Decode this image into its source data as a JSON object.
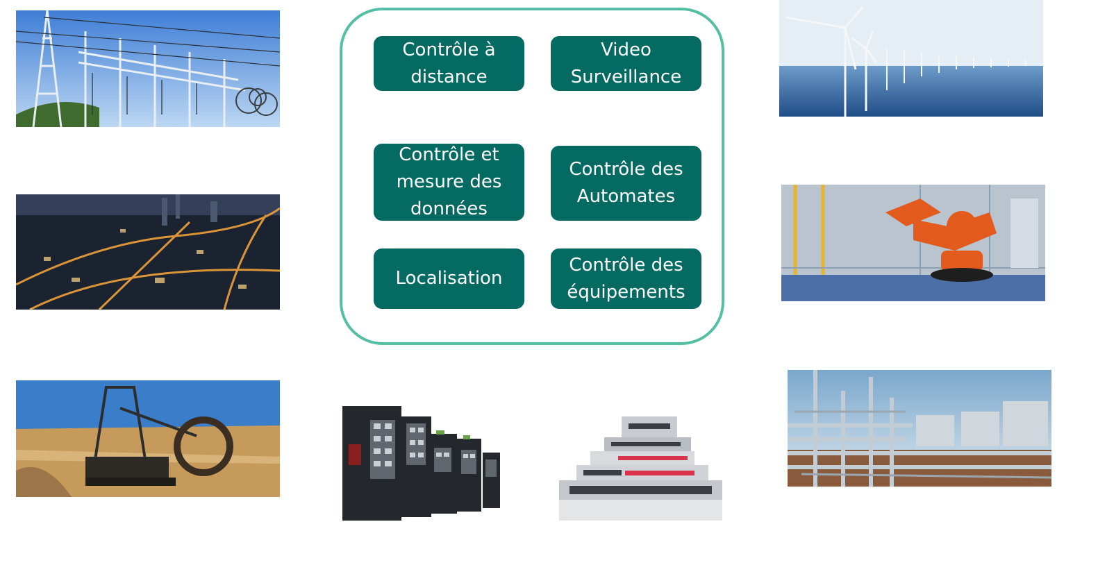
{
  "frame": {
    "accent": "#55bfa6",
    "tile_color": "#056a62"
  },
  "tiles": [
    {
      "lines": [
        "Contrôle à",
        "distance"
      ]
    },
    {
      "lines": [
        "Video",
        "Surveillance"
      ]
    },
    {
      "lines": [
        "Contrôle et",
        "mesure des",
        "données"
      ]
    },
    {
      "lines": [
        "Contrôle des",
        "Automates"
      ]
    },
    {
      "lines": [
        "Localisation"
      ]
    },
    {
      "lines": [
        "Contrôle des",
        "équipements"
      ]
    }
  ],
  "photos": [
    {
      "name": "power-substation-photo"
    },
    {
      "name": "city-night-aerial-photo"
    },
    {
      "name": "mining-excavator-photo"
    },
    {
      "name": "offshore-wind-farm-photo"
    },
    {
      "name": "industrial-robot-arm-photo"
    },
    {
      "name": "oil-refinery-photo"
    },
    {
      "name": "din-rail-switches-photo"
    },
    {
      "name": "rack-switches-stack-photo"
    }
  ]
}
